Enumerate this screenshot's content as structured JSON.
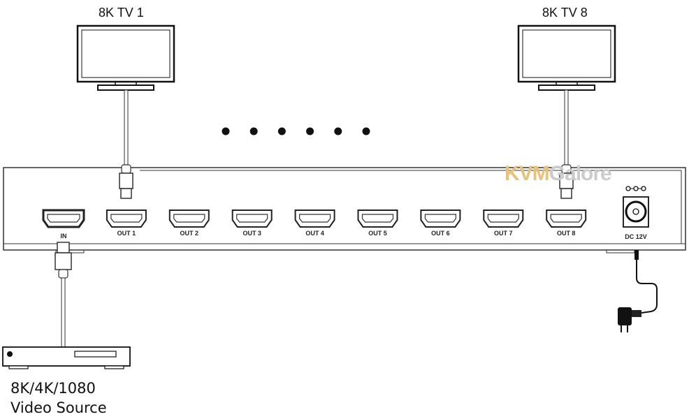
{
  "tv_left": {
    "label": "8K TV 1"
  },
  "tv_right": {
    "label": "8K TV 8"
  },
  "splitter": {
    "ports": [
      {
        "label": "IN"
      },
      {
        "label": "OUT 1"
      },
      {
        "label": "OUT 2"
      },
      {
        "label": "OUT 3"
      },
      {
        "label": "OUT 4"
      },
      {
        "label": "OUT 5"
      },
      {
        "label": "OUT 6"
      },
      {
        "label": "OUT 7"
      },
      {
        "label": "OUT 8"
      }
    ],
    "power_label": "DC 12V"
  },
  "watermark": {
    "part1": "KVM",
    "part2": "Galore",
    "color1": "#e8c27a",
    "color2": "#cccccc"
  },
  "source": {
    "line1": "8K/4K/1080",
    "line2": "Video Source"
  },
  "ellipsis_dots": 6
}
